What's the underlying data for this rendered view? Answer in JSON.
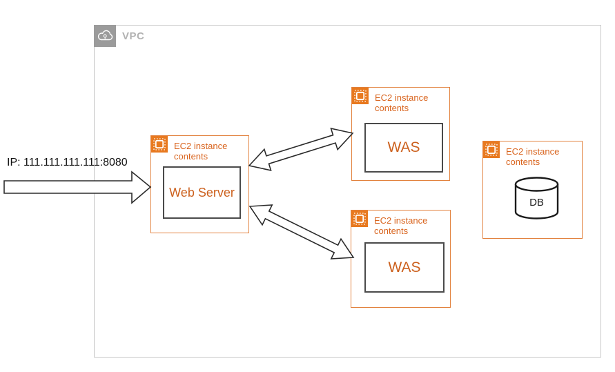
{
  "diagram": {
    "vpc": {
      "label": "VPC"
    },
    "ip_label": "IP: 111.111.111.111:8080",
    "nodes": {
      "web_server": {
        "icon_label": "EC2 instance contents",
        "name": "Web Server"
      },
      "was_top": {
        "icon_label": "EC2 instance contents",
        "name": "WAS"
      },
      "was_bottom": {
        "icon_label": "EC2 instance contents",
        "name": "WAS"
      },
      "db": {
        "icon_label": "EC2 instance contents",
        "name": "DB"
      }
    },
    "icons": {
      "vpc": "cloud-icon",
      "ec2": "chip-icon",
      "db": "database-cylinder-icon"
    },
    "colors": {
      "aws_orange": "#e8791f",
      "box_border_orange": "#e2823e",
      "label_orange": "#d9641e",
      "vpc_gray": "#9b9b9b",
      "vpc_text_gray": "#b2b2b2",
      "dark_line": "#2b2b2b"
    }
  }
}
